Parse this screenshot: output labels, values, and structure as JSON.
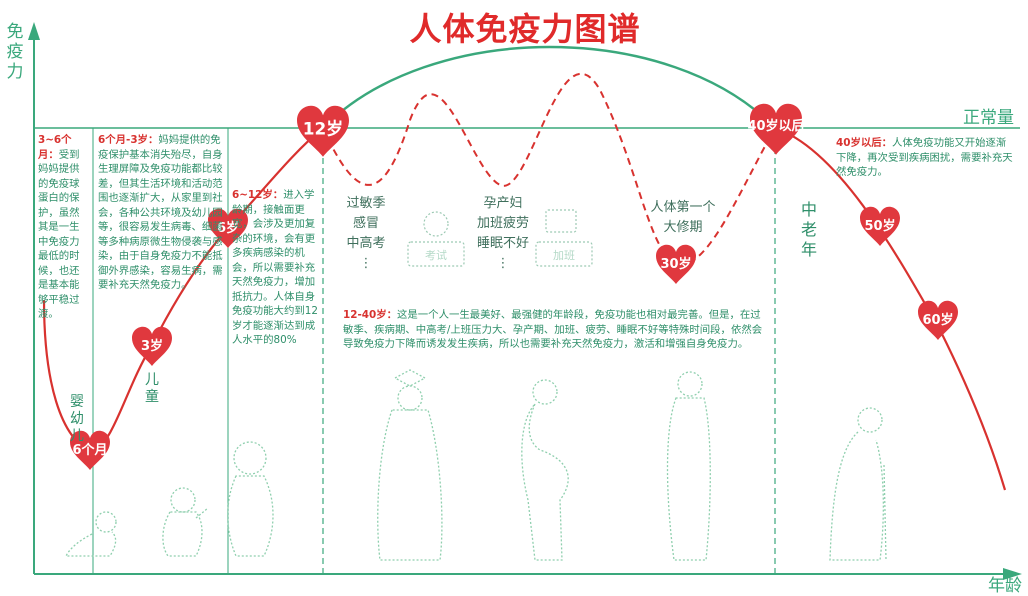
{
  "title": "人体免疫力图谱",
  "axes": {
    "y_label": "免疫力",
    "x_label": "年龄"
  },
  "reference_line": {
    "label": "正常量"
  },
  "colors": {
    "curve_green": "#3aa87c",
    "curve_red": "#d8322f",
    "heart": "#e0383e",
    "text_green": "#2f8f6a",
    "title_red": "#e02a2a"
  },
  "stages": [
    {
      "label": "6个月"
    },
    {
      "label": "3岁"
    },
    {
      "label": "6岁"
    },
    {
      "label": "12岁"
    },
    {
      "label": "30岁"
    },
    {
      "label": "40岁以后"
    },
    {
      "label": "50岁"
    },
    {
      "label": "60岁"
    }
  ],
  "vertical_labels": {
    "infant": "婴幼儿",
    "child": "儿童",
    "elder": "中老年"
  },
  "notes": {
    "n1_head": "3~6个月：",
    "n1_body": "受到妈妈提供的免疫球蛋白的保护，虽然其是一生中免疫力最低的时候，也还是基本能够平稳过渡。",
    "n2_head": "6个月-3岁：",
    "n2_body": "妈妈提供的免疫保护基本消失殆尽，自身生理屏障及免疫功能都比较差，但其生活环境和活动范围也逐渐扩大，从家里到社会，各种公共环境及幼儿园等，很容易发生病毒、细菌等多种病原微生物侵袭与感染，由于自身免疫力不能抵御外界感染，容易生病，需要补充天然免疫力。",
    "n3_head": "6~12岁：",
    "n3_body": "进入学龄期，接触面更宽，会涉及更加复杂的环境，会有更多疾病感染的机会，所以需要补充天然免疫力，增加抵抗力。人体自身免疫功能大约到12岁才能逐渐达到成人水平的80%",
    "n4_head": "12-40岁：",
    "n4_body": "这是一个人一生最美好、最强健的年龄段，免疫功能也相对最完善。但是，在过敏季、疾病期、中高考/上班压力大、孕产期、加班、疲劳、睡眠不好等特殊时间段，依然会导致免疫力下降而诱发发生疾病，所以也需要补充天然免疫力，激活和增强自身免疫力。",
    "n5_head": "40岁以后：",
    "n5_body": "人体免疫功能又开始逐渐下降，再次受到疾病困扰，需要补充天然免疫力。"
  },
  "mid_texts": {
    "a1": "过敏季",
    "a2": "感冒",
    "a3": "中高考",
    "a4": "⋮",
    "b1": "孕产妇",
    "b2": "加班疲劳",
    "b3": "睡眠不好",
    "b4": "⋮",
    "c1": "人体第一个",
    "c2": "大修期"
  },
  "icon_labels": {
    "exam": "考试",
    "work": "加班"
  }
}
